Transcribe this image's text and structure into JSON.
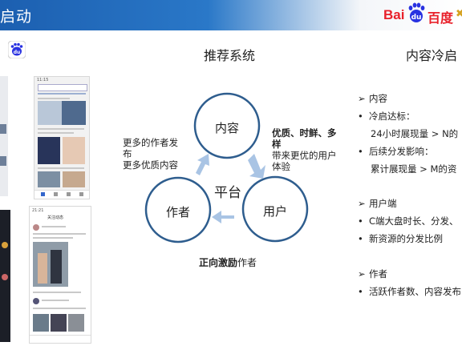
{
  "header": {
    "title": "启动",
    "logo": {
      "bai": "Bai",
      "du": "百度",
      "symbol": "✖"
    }
  },
  "left_panel": {
    "app_icon": "baidu-app-icon",
    "phone_times": [
      "11:15",
      "21:21"
    ],
    "phone_section": "关注动态"
  },
  "center": {
    "heading": "推荐系统",
    "nodes": {
      "content": "内容",
      "author": "作者",
      "user": "用户",
      "platform": "平台"
    },
    "left_note": [
      "更多的作者发",
      "布",
      "更多优质内容"
    ],
    "right_note_bold": [
      "优质、时鲜、多",
      "样"
    ],
    "right_note": [
      "带来更优的用户",
      "体验"
    ],
    "bottom_note_bold": "正向激励",
    "bottom_note": "作者"
  },
  "right": {
    "heading": "内容冷启",
    "groups": [
      {
        "title": "内容",
        "items": [
          "冷启达标：",
          "24小时展现量 > N的",
          "后续分发影响：",
          "累计展现量  > M的资"
        ]
      },
      {
        "title": "用户端",
        "items": [
          "C端大盘时长、分发、",
          "新资源的分发比例"
        ]
      },
      {
        "title": "作者",
        "items": [
          "活跃作者数、内容发布"
        ]
      }
    ]
  },
  "colors": {
    "circle_stroke": "#2e5d8e",
    "arrow": "#a9c4e4",
    "header_blue": "#1c5fb0",
    "logo_red": "#e8202a"
  }
}
